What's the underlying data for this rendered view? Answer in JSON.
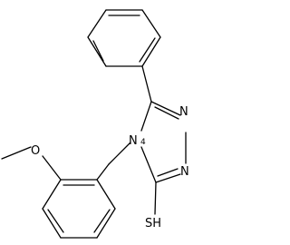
{
  "molecule": {
    "atom_labels": {
      "N_top": "N",
      "N_right": "N",
      "N_ring": "N",
      "O": "O",
      "SH": "SH",
      "ring_locant": "4"
    }
  },
  "colors": {
    "bond": "#000000",
    "text": "#000000",
    "background": "#ffffff"
  }
}
